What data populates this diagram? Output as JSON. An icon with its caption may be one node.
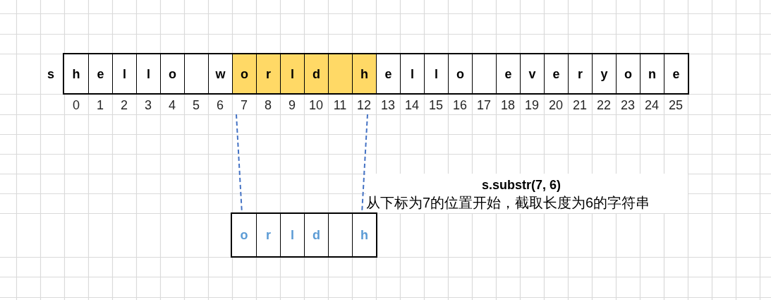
{
  "diagram": {
    "nodes": [
      {
        "text": [],
        "shape": "box",
        "beside": [
          "s"
        ]
      },
      {
        "text": [
          "h"
        ],
        "in": 0
      },
      {
        "text": [
          "e"
        ],
        "in": 0
      },
      {
        "text": [
          "l"
        ],
        "in": 0
      },
      {
        "text": [
          "l"
        ],
        "in": 0
      },
      {
        "text": [
          "o"
        ],
        "in": 0
      },
      {
        "text": [],
        "shape": "box",
        "in": 0
      },
      {
        "text": [
          "w"
        ],
        "in": 0
      },
      {
        "text": [
          "o"
        ],
        "in": 0
      },
      {
        "text": [
          "r"
        ],
        "in": 0
      },
      {
        "text": [
          "l"
        ],
        "in": 0
      },
      {
        "text": [
          "d"
        ],
        "in": 0
      },
      {
        "text": [],
        "shape": "box",
        "in": 0
      },
      {
        "text": [
          "h"
        ],
        "in": 0
      },
      {
        "text": [
          "e"
        ],
        "in": 0
      },
      {
        "text": [
          "l"
        ],
        "in": 0
      },
      {
        "text": [
          "l"
        ],
        "in": 0
      },
      {
        "text": [
          "o"
        ],
        "in": 0
      },
      {
        "text": [],
        "shape": "box",
        "in": 0
      },
      {
        "text": [
          "e"
        ],
        "in": 0
      },
      {
        "text": [
          "v"
        ],
        "in": 0
      },
      {
        "text": [
          "e"
        ],
        "in": 0
      },
      {
        "text": [
          "r"
        ],
        "in": 0
      },
      {
        "text": [
          "y"
        ],
        "in": 0
      },
      {
        "text": [
          "o"
        ],
        "in": 0
      },
      {
        "text": [
          "n"
        ],
        "in": 0
      },
      {
        "text": [
          "e"
        ],
        "in": 0
      },
      {
        "text": [
          "7"
        ]
      },
      {
        "text": [
          "12"
        ]
      },
      {
        "text": [
          "s.substr(7, 6)",
          "从下标为7的位置开始，截取长度为6的字符串"
        ]
      },
      {
        "text": [],
        "shape": "box"
      },
      {
        "text": [
          "o"
        ],
        "in": 30
      },
      {
        "text": [
          "r"
        ],
        "in": 30
      },
      {
        "text": [
          "l"
        ],
        "in": 30
      },
      {
        "text": [
          "d"
        ],
        "in": 30
      },
      {
        "text": [],
        "shape": "box",
        "in": 30
      },
      {
        "text": [
          "h"
        ],
        "in": 30
      }
    ],
    "edges": [
      {
        "from": 27,
        "to": 31,
        "arrow": "none",
        "style": "dashed"
      },
      {
        "from": 28,
        "to": 36,
        "arrow": "none",
        "style": "dashed"
      }
    ],
    "labels": [
      "0",
      "1",
      "2",
      "3",
      "4",
      "5",
      "6",
      "8",
      "9",
      "10",
      "11",
      "13",
      "14",
      "15",
      "16",
      "17",
      "18",
      "19",
      "20",
      "21",
      "22",
      "23",
      "24",
      "25"
    ]
  }
}
